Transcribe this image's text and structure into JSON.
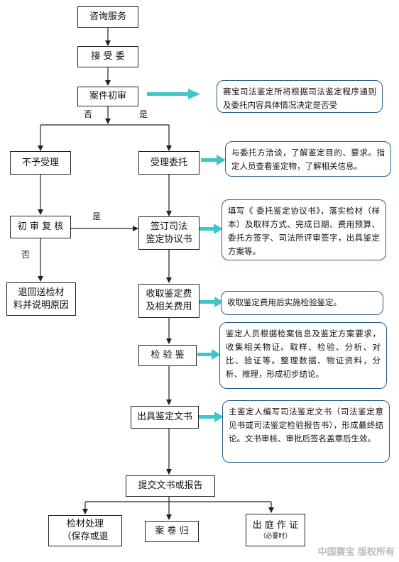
{
  "boxes": {
    "consult": "咨询服务",
    "accept": "接 受 委",
    "initial_review": "案件初审",
    "not_accept": "不予受理",
    "accept_commission": "受理委托",
    "recheck": "初 审 复 核",
    "sign_line1": "签订司法",
    "sign_line2": "鉴定协议书",
    "return_line1": "退回送检材",
    "return_line2": "料并说明原因",
    "fee_line1": "收取鉴定费",
    "fee_line2": "及相关费用",
    "inspect": "检 验 鉴",
    "issue": "出具鉴定文书",
    "submit": "提交文书或报告",
    "material_line1": "检材处理",
    "material_line2": "（保存或退",
    "archive": "案 卷 归",
    "court": "出 庭 作 证",
    "court_sub": "（必要时）"
  },
  "labels": {
    "no1": "否",
    "yes1": "是",
    "yes2": "是",
    "no2": "否"
  },
  "notes": {
    "n1": "赛宝司法鉴定所将根据司法鉴定程序通则及委托内容具体情况决定是否受",
    "n2": "与委托方洽谈，了解鉴定目的、要求。指定人员查看鉴定物，了解相关信息。",
    "n3": "填写《 委托鉴定协议书》，落实检材（样本）及取样方式、完成日期、费用预算、委托方签字、司法所评审签字，出具鉴定方案等。",
    "n4": "收取鉴定费用后实施检验鉴定。",
    "n5": "鉴定人员根据检案信息及鉴定方案要求，收集相关物证。取样、检验、分析、对比、验证等。整理数据、物证资料，分析、推理，形成初步结论。",
    "n6": "主鉴定人编写司法鉴定文书（司法鉴定意见书或司法鉴定检验报告书），形成最终结论。文书审核、审批后签名盖章后生效。"
  },
  "watermark": "中国赛宝 版权所有",
  "colors": {
    "arrow_accent": "#3ec6c9",
    "note_border": "#2a5d86"
  }
}
